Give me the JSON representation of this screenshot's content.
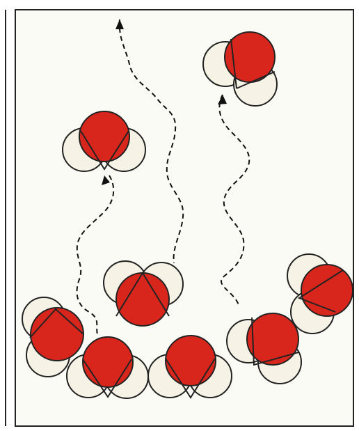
{
  "colors": {
    "background": "#ffffff",
    "panel_fill": "#fbfbf6",
    "frame_line": "#222222",
    "oxygen": "#d9261c",
    "hydrogen": "#f6f2e6",
    "outline": "#222222",
    "path": "#111111"
  },
  "molecules": [
    {
      "id": "surface-1",
      "role": "liquid-surface"
    },
    {
      "id": "surface-2",
      "role": "liquid-surface"
    },
    {
      "id": "surface-3",
      "role": "liquid-surface"
    },
    {
      "id": "surface-4",
      "role": "liquid-surface"
    },
    {
      "id": "surface-5",
      "role": "liquid-surface"
    },
    {
      "id": "surface-6",
      "role": "liquid-surface"
    },
    {
      "id": "escaping-1",
      "role": "vapor"
    },
    {
      "id": "escaping-2",
      "role": "vapor"
    }
  ],
  "paths": [
    {
      "id": "path-1",
      "style": "dashed",
      "has_arrow": true
    },
    {
      "id": "path-2",
      "style": "dashed",
      "has_arrow": true
    },
    {
      "id": "path-3",
      "style": "dashed",
      "has_arrow": true
    }
  ]
}
